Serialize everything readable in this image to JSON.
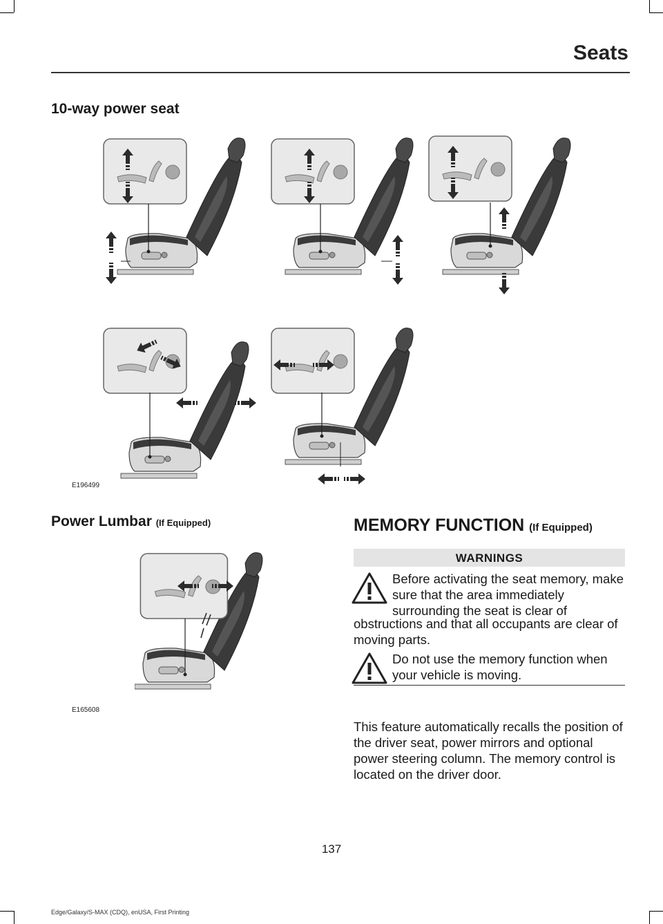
{
  "header": {
    "title": "Seats"
  },
  "section1": {
    "title": "10-way power seat",
    "figure_code": "E196499"
  },
  "section2": {
    "title": "Power Lumbar",
    "qualifier": "(If Equipped)",
    "figure_code": "E165608"
  },
  "section3": {
    "title": "MEMORY FUNCTION",
    "qualifier": "(If Equipped)",
    "warnings_heading": "WARNINGS",
    "warning1_lead": "Before activating the seat memory, make sure that the area immediately surrounding the seat is clear of",
    "warning1_rest": "obstructions and that all occupants are clear of moving parts.",
    "warning2": "Do not use the memory function when your vehicle is moving.",
    "body": "This feature automatically recalls the position of the driver seat, power mirrors and optional power steering column. The memory control is located on the driver door."
  },
  "page_number": "137",
  "footer": "Edge/Galaxy/S-MAX (CDQ), enUSA, First Printing",
  "colors": {
    "seat_dark": "#3a3a3a",
    "seat_light": "#cfcfcf",
    "arrow": "#2b2b2b",
    "warning_bar": "#e4e4e4"
  },
  "icons": [
    "seat-diagram",
    "warning-triangle-icon",
    "arrow-up-icon",
    "arrow-down-icon",
    "arrow-left-icon",
    "arrow-right-icon"
  ]
}
